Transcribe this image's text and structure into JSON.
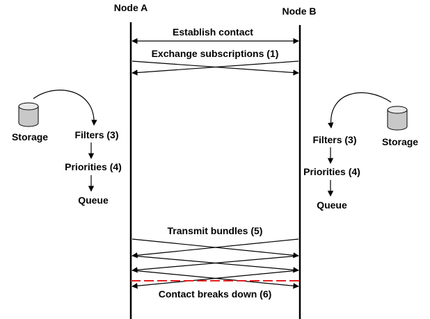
{
  "nodes": {
    "a": "Node A",
    "b": "Node B"
  },
  "messages": {
    "establish": "Establish contact",
    "exchange": "Exchange subscriptions (1)",
    "transmit": "Transmit bundles (5)",
    "breakdown": "Contact breaks down (6)"
  },
  "left_stack": {
    "storage": "Storage",
    "filters": "Filters (3)",
    "priorities": "Priorities (4)",
    "queue": "Queue"
  },
  "right_stack": {
    "storage": "Storage",
    "filters": "Filters (3)",
    "priorities": "Priorities (4)",
    "queue": "Queue"
  },
  "colors": {
    "line": "#000000",
    "breakdown": "#e02020",
    "storage_fill": "#c8c8c8"
  }
}
